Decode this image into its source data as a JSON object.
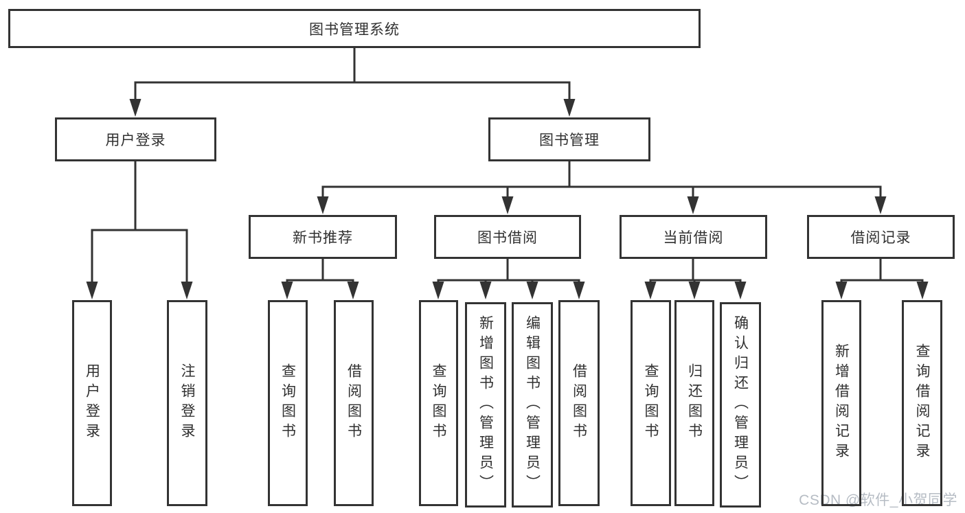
{
  "diagram_title": "图书管理系统",
  "nodes": {
    "root": {
      "label": "图书管理系统"
    },
    "user_login": {
      "label": "用户登录"
    },
    "book_mgmt": {
      "label": "图书管理"
    },
    "new_book_rec": {
      "label": "新书推荐"
    },
    "book_borrow": {
      "label": "图书借阅"
    },
    "current_borrow": {
      "label": "当前借阅"
    },
    "borrow_records": {
      "label": "借阅记录"
    },
    "leaves": {
      "login_user": {
        "label": "用户登录"
      },
      "login_logout": {
        "label": "注销登录"
      },
      "rec_query": {
        "label": "查询图书"
      },
      "rec_borrow": {
        "label": "借阅图书"
      },
      "bb_query": {
        "label": "查询图书"
      },
      "bb_add": {
        "label": "新增图书（管理员）"
      },
      "bb_edit": {
        "label": "编辑图书（管理员）"
      },
      "bb_borrow": {
        "label": "借阅图书"
      },
      "cb_query": {
        "label": "查询图书"
      },
      "cb_return": {
        "label": "归还图书"
      },
      "cb_confirm": {
        "label": "确认归还（管理员）"
      },
      "br_add": {
        "label": "新增借阅记录"
      },
      "br_query": {
        "label": "查询借阅记录"
      }
    }
  },
  "hierarchy": {
    "图书管理系统": {
      "用户登录": [
        "用户登录",
        "注销登录"
      ],
      "图书管理": {
        "新书推荐": [
          "查询图书",
          "借阅图书"
        ],
        "图书借阅": [
          "查询图书",
          "新增图书（管理员）",
          "编辑图书（管理员）",
          "借阅图书"
        ],
        "当前借阅": [
          "查询图书",
          "归还图书",
          "确认归还（管理员）"
        ],
        "借阅记录": [
          "新增借阅记录",
          "查询借阅记录"
        ]
      }
    }
  },
  "watermark": {
    "text": "CSDN @软件_小贺同学"
  },
  "colors": {
    "line": "#333333",
    "box_border": "#333333",
    "box_background": "#ffffff",
    "text": "#303030",
    "watermark": "#b6bcc4"
  }
}
